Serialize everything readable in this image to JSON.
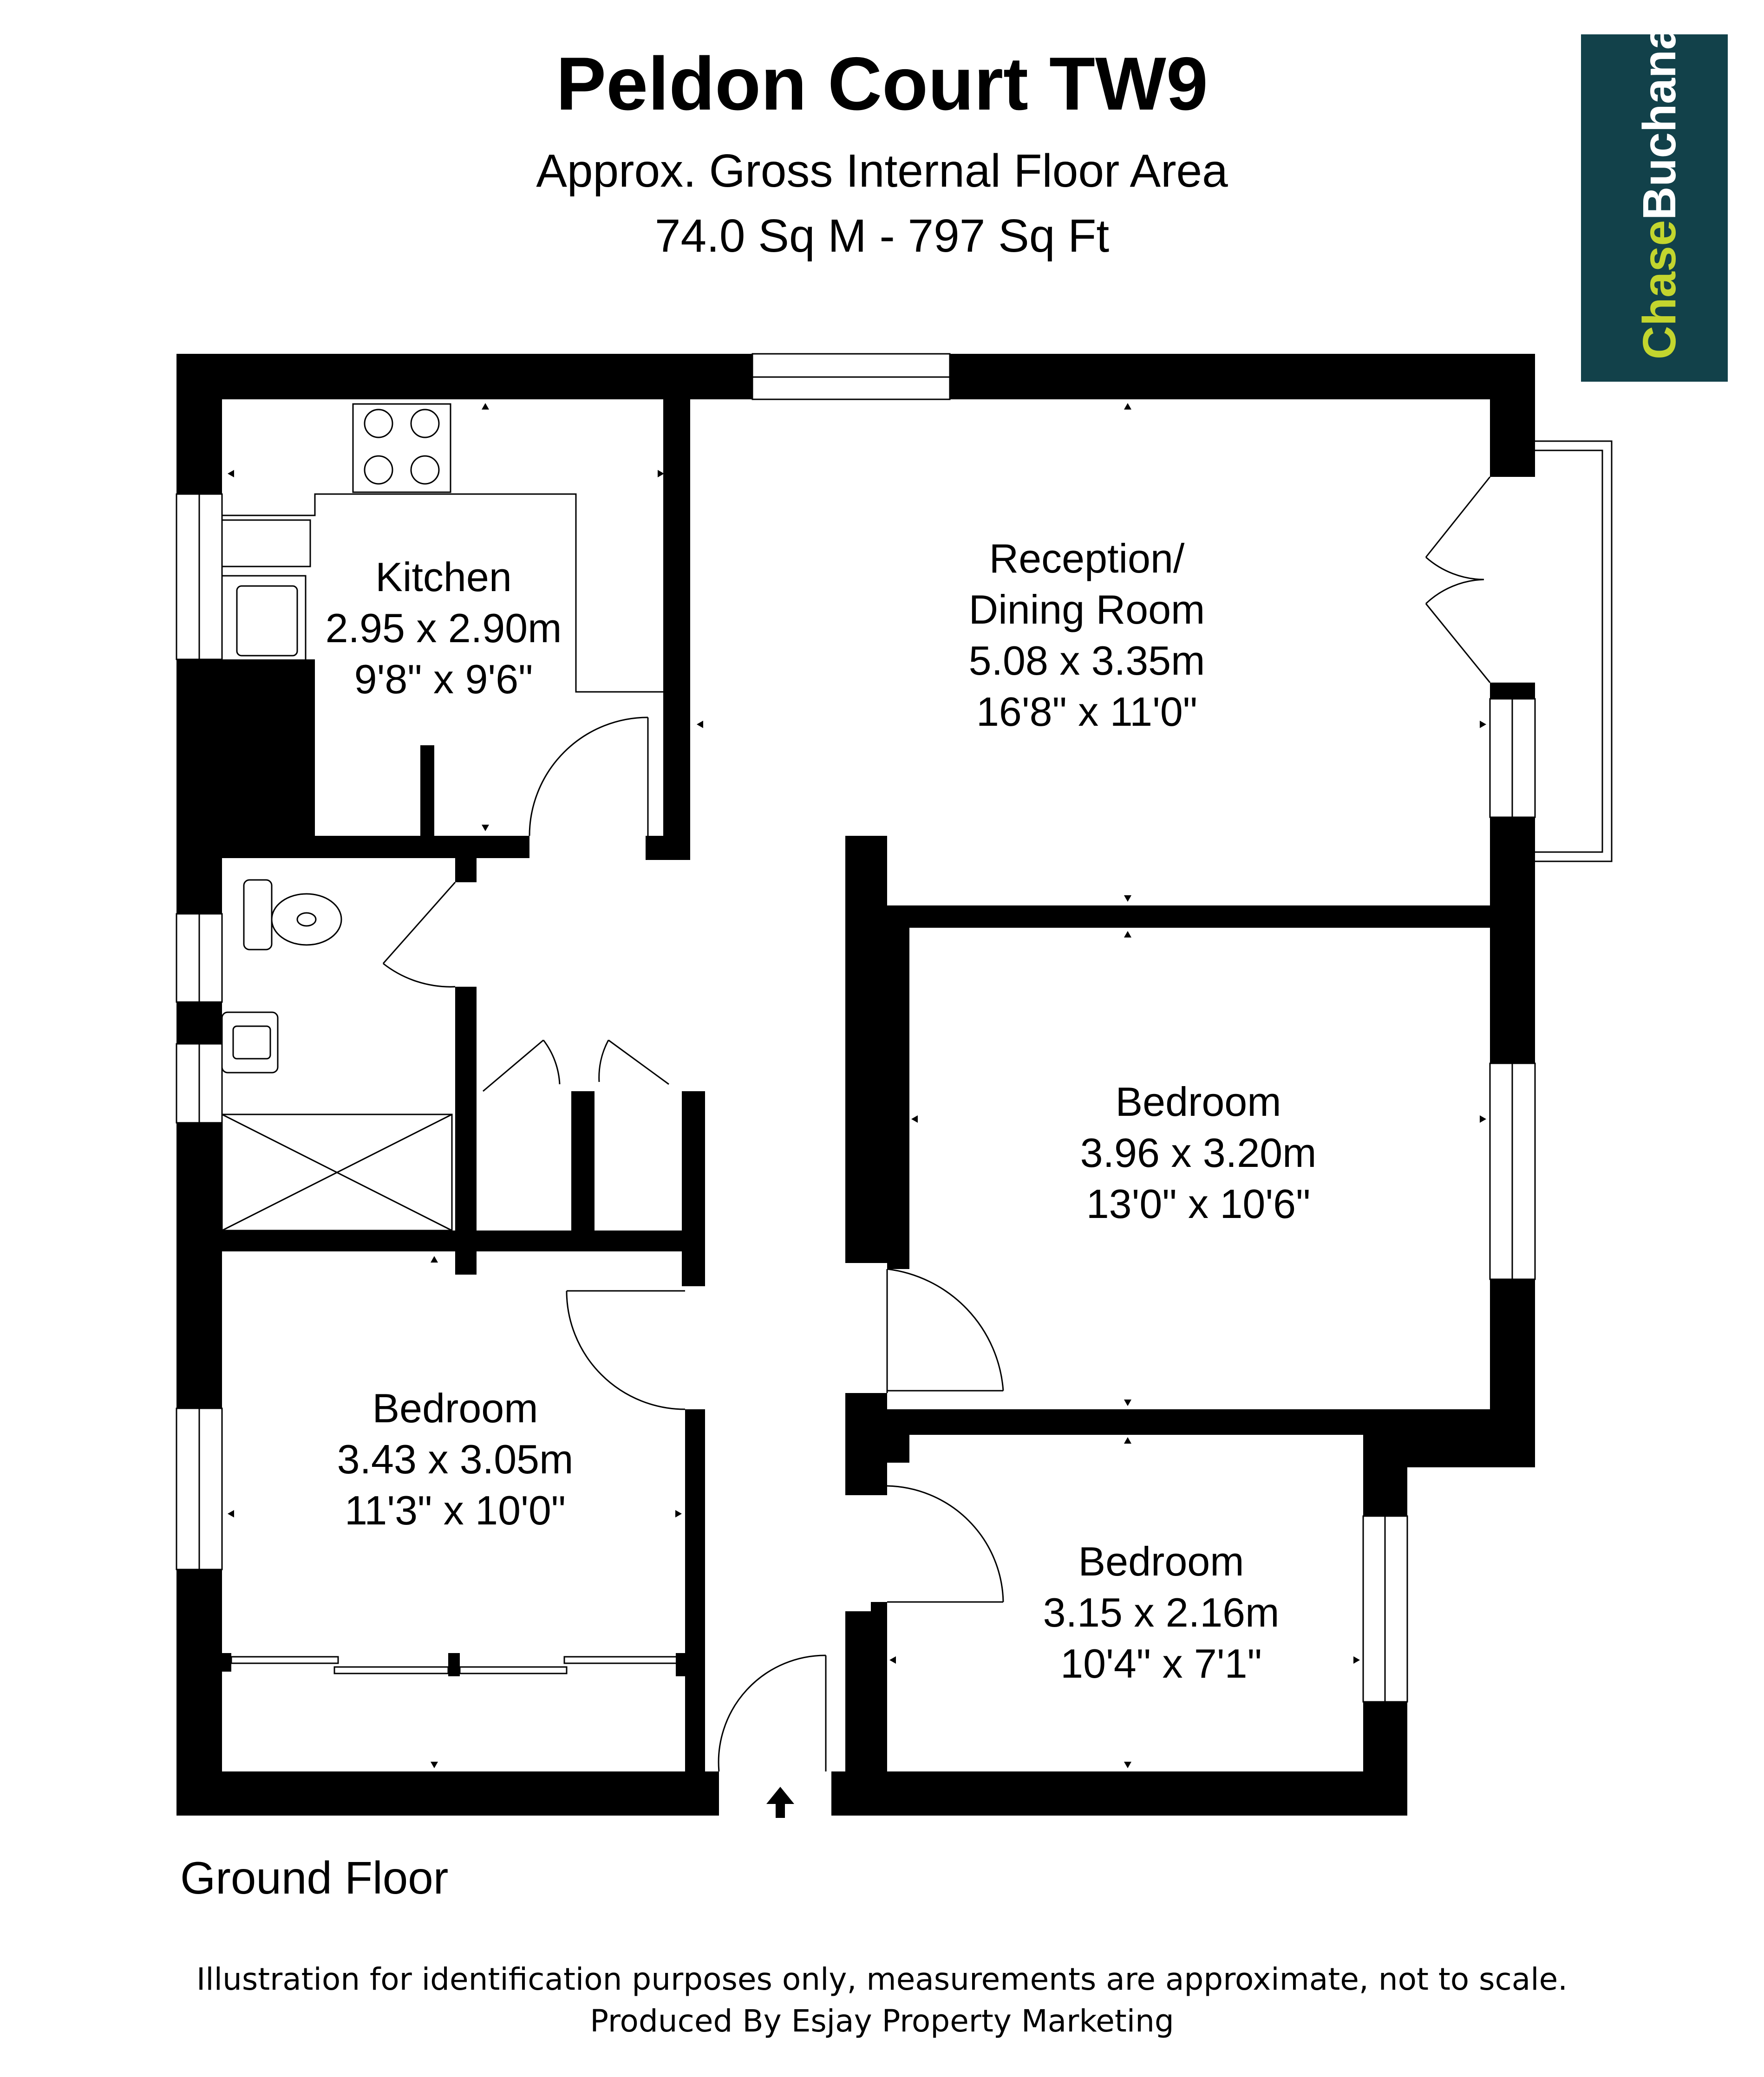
{
  "header": {
    "title": "Peldon Court TW9",
    "area_label": "Approx. Gross Internal Floor Area",
    "area_value": "74.0 Sq M - 797 Sq Ft"
  },
  "logo": {
    "part1": "Chase",
    "part2": "Buchanan",
    "colors": {
      "background": "#12414a",
      "accent": "#c3d52e",
      "text": "#ffffff"
    }
  },
  "rooms": {
    "kitchen": {
      "name": "Kitchen",
      "metric": "2.95 x 2.90m",
      "imperial": "9'8\" x 9'6\""
    },
    "reception": {
      "name_line1": "Reception/",
      "name_line2": "Dining Room",
      "metric": "5.08 x 3.35m",
      "imperial": "16'8\" x 11'0\""
    },
    "bedroom1": {
      "name": "Bedroom",
      "metric": "3.96 x 3.20m",
      "imperial": "13'0\" x 10'6\""
    },
    "bedroom2": {
      "name": "Bedroom",
      "metric": "3.43 x 3.05m",
      "imperial": "11'3\" x 10'0\""
    },
    "bedroom3": {
      "name": "Bedroom",
      "metric": "3.15 x 2.16m",
      "imperial": "10'4\" x 7'1\""
    }
  },
  "floor_label": "Ground Floor",
  "footer": {
    "line1": "Illustration for identification purposes only, measurements are approximate, not to scale.",
    "line2": "Produced By Esjay Property Marketing"
  }
}
